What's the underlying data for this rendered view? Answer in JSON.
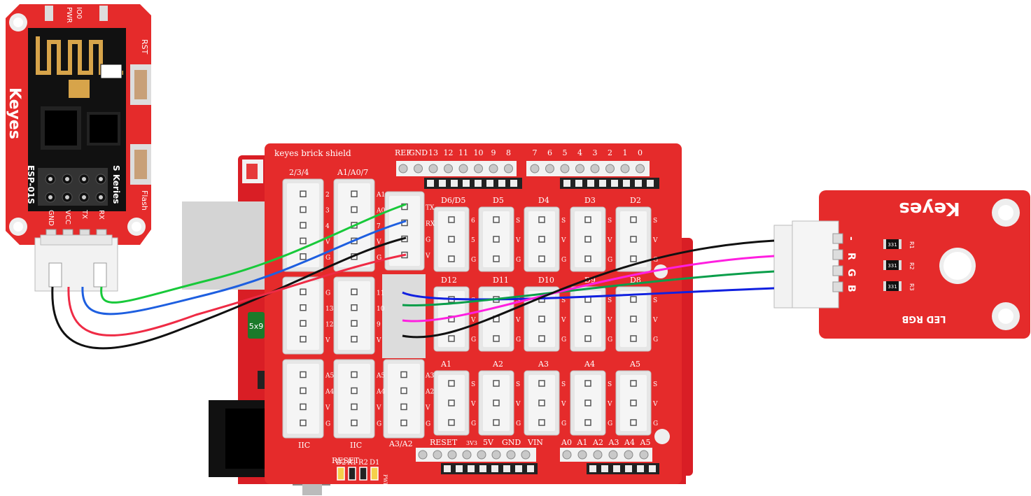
{
  "colors": {
    "board_red": "#e52b2b",
    "board_red_dark": "#b71c1c",
    "connector_white": "#f2f2f2",
    "wire_green": "#18c93a",
    "wire_blue": "#1e5fe0",
    "wire_black": "#111111",
    "wire_red": "#ef2b45",
    "wire_magenta": "#ff1fe0",
    "wire_green2": "#0a9e4a",
    "wire_blue2": "#1020e0"
  },
  "wifi": {
    "brand": "Keyes",
    "module": "ESP-01S",
    "series": "S Keries",
    "rst": "RST",
    "flash": "Flash",
    "led_pwr": "PWR",
    "led_io0": "IO0",
    "pins": [
      "GND",
      "VCC",
      "TX",
      "RX"
    ]
  },
  "shield": {
    "title": "keyes brick shield",
    "top_left_labels": [
      "REF",
      "GND",
      "13",
      "12",
      "11",
      "10",
      "9",
      "8"
    ],
    "top_right_labels": [
      "7",
      "6",
      "5",
      "4",
      "3",
      "2",
      "1",
      "0"
    ],
    "col1_label": "2/3/4",
    "col2_label": "A1/A0/7",
    "col1_pins": [
      "2",
      "3",
      "4",
      "V",
      "G"
    ],
    "col2_pins": [
      "A1",
      "A0",
      "7",
      "V",
      "G"
    ],
    "uart_pins": [
      "TX",
      "RX",
      "G",
      "V"
    ],
    "mid1_pins": [
      "G",
      "13",
      "12",
      "V"
    ],
    "mid2_pins": [
      "11",
      "10",
      "9",
      "V"
    ],
    "row1_labels": [
      "D6/D5",
      "D5",
      "D4",
      "D3",
      "D2"
    ],
    "row2_labels": [
      "D12",
      "D11",
      "D10",
      "D9",
      "D8"
    ],
    "row3_labels": [
      "A1",
      "A2",
      "A3",
      "A4",
      "A5"
    ],
    "svg_pins": [
      "S",
      "V",
      "G"
    ],
    "d6_pins": [
      "6",
      "5",
      "G"
    ],
    "iic_pins": [
      "A5",
      "A4",
      "V",
      "G"
    ],
    "a32_pins": [
      "A3",
      "A2",
      "V",
      "G"
    ],
    "bottom_labels": [
      "IIC",
      "IIC",
      "A3/A2"
    ],
    "power_labels": [
      "RESET",
      "3V3",
      "5V",
      "GND",
      "VIN"
    ],
    "analog_labels": [
      "A0",
      "A1",
      "A2",
      "A3",
      "A4",
      "A5"
    ],
    "reset_btn": "RESET",
    "leds": [
      "D2",
      "R1",
      "R2",
      "D1"
    ],
    "pwr": "PWR",
    "chip": "5x9"
  },
  "rgb": {
    "brand": "Keyes",
    "title": "LED RGB",
    "pins": [
      "-",
      "R",
      "G",
      "B"
    ],
    "resistors": [
      "R1",
      "R2",
      "R3"
    ],
    "resistor_code": "331"
  }
}
